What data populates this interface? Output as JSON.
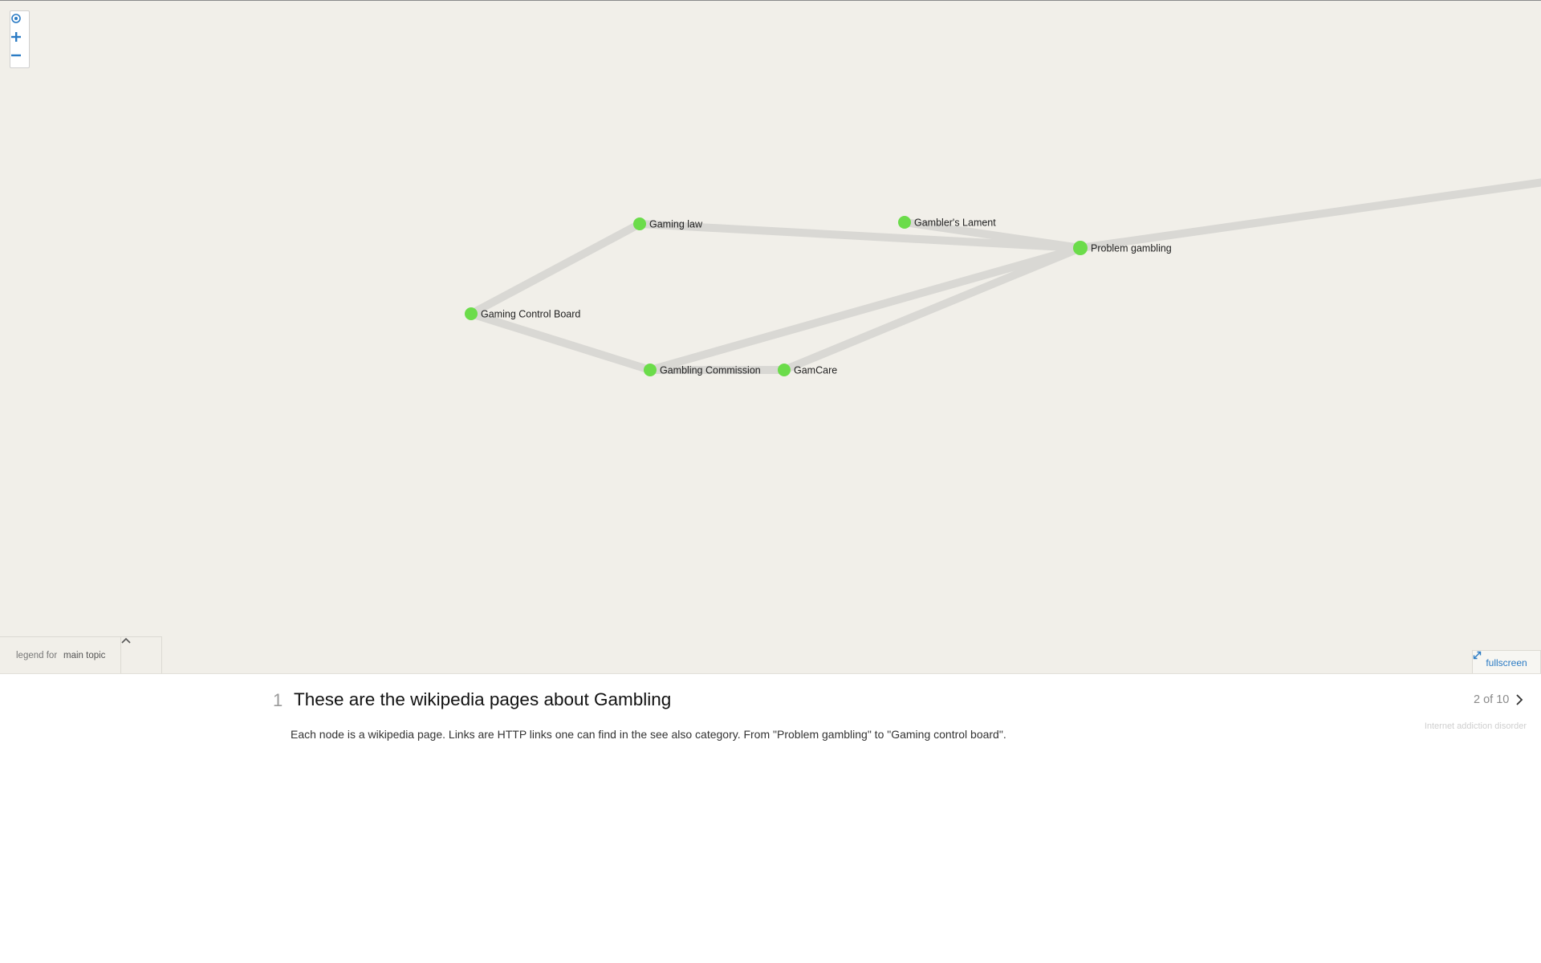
{
  "zoom_controls": {
    "recenter_icon": "target-icon",
    "zoom_in_icon": "plus-icon",
    "zoom_out_icon": "minus-icon"
  },
  "graph": {
    "node_color": "#6bdc4a",
    "edge_color": "#d9d8d4",
    "nodes": [
      {
        "id": "gaming-law",
        "label": "Gaming law"
      },
      {
        "id": "gamblers-lament",
        "label": "Gambler's Lament"
      },
      {
        "id": "problem-gambling",
        "label": "Problem gambling"
      },
      {
        "id": "gaming-control-board",
        "label": "Gaming Control Board"
      },
      {
        "id": "gambling-commission",
        "label": "Gambling Commission"
      },
      {
        "id": "gamcare",
        "label": "GamCare"
      }
    ],
    "edges": [
      [
        "gaming-control-board",
        "gaming-law"
      ],
      [
        "gaming-law",
        "problem-gambling"
      ],
      [
        "gamblers-lament",
        "problem-gambling"
      ],
      [
        "gaming-control-board",
        "gambling-commission"
      ],
      [
        "gambling-commission",
        "gamcare"
      ],
      [
        "gambling-commission",
        "problem-gambling"
      ],
      [
        "gamcare",
        "problem-gambling"
      ],
      [
        "problem-gambling",
        "offscreen-right"
      ]
    ]
  },
  "legend": {
    "prefix": "legend for",
    "topic": "main topic",
    "toggle_icon": "chevron-up-icon"
  },
  "fullscreen": {
    "label": "fullscreen",
    "icon": "expand-icon"
  },
  "story": {
    "step_number": "1",
    "title": "These are the wikipedia pages about Gambling",
    "description": "Each node is a wikipedia page. Links are HTTP links one can find in the see also category. From \"Problem gambling\" to \"Gaming control board\".",
    "pager_text": "2 of 10",
    "next_icon": "chevron-right-icon",
    "next_title": "Internet addiction disorder"
  },
  "colors": {
    "map_background": "#f1efe9",
    "link_blue": "#2b7bc4"
  }
}
